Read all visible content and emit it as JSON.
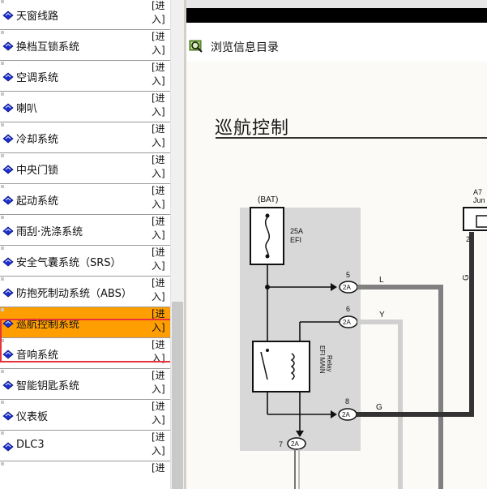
{
  "nav_list": {
    "items": [
      {
        "label": "天窗线路",
        "enter": "[进\n入]"
      },
      {
        "label": "换档互锁系统",
        "enter": "[进\n入]"
      },
      {
        "label": "空调系统",
        "enter": "[进\n入]"
      },
      {
        "label": "喇叭",
        "enter": "[进\n入]"
      },
      {
        "label": "冷却系统",
        "enter": "[进\n入]"
      },
      {
        "label": "中央门锁",
        "enter": "[进\n入]"
      },
      {
        "label": "起动系统",
        "enter": "[进\n入]"
      },
      {
        "label": "雨刮·洗涤系统",
        "enter": "[进\n入]"
      },
      {
        "label": "安全气囊系统（SRS）",
        "enter": "[进\n入]"
      },
      {
        "label": "防抱死制动系统（ABS）",
        "enter": "[进\n入]"
      },
      {
        "label": "巡航控制系统",
        "enter": "[进\n入]",
        "selected": true
      },
      {
        "label": "音响系统",
        "enter": "[进\n入]"
      },
      {
        "label": "智能钥匙系统",
        "enter": "[进\n入]"
      },
      {
        "label": "仪表板",
        "enter": "[进\n入]"
      },
      {
        "label": "DLC3",
        "enter": "[进\n入]"
      },
      {
        "label": "",
        "enter": "[进"
      }
    ]
  },
  "browser": {
    "browse_label": "浏览信息目录"
  },
  "document": {
    "title": "巡航控制",
    "diagram": {
      "bat_label": "(BAT)",
      "fuse_rating": "25A",
      "fuse_name": "EFI",
      "relay_name": "EFI MAIN",
      "relay_sub": "Relay",
      "connector_code": "2A",
      "pin_5": "5",
      "pin_6": "6",
      "pin_8": "8",
      "pin_7": "7",
      "wire_L": "L",
      "wire_Y": "Y",
      "wire_G": "G",
      "wire_G_vertical": "G",
      "junction_code": "A7",
      "junction_text": "Jun",
      "junction_pin": "2"
    }
  },
  "colors": {
    "selected_bg": "#ff9e00",
    "highlight_border": "#e8323c",
    "icon_blue": "#1a2fd0"
  }
}
